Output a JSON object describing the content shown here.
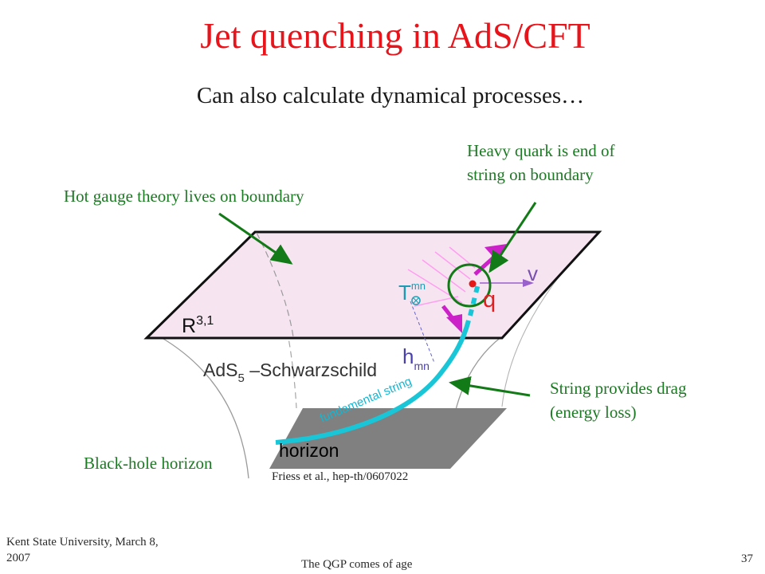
{
  "slide": {
    "title": "Jet quenching in AdS/CFT",
    "subtitle": "Can also calculate dynamical processes…",
    "callouts": {
      "heavy_quark": [
        "Heavy quark is end of",
        "string on boundary"
      ],
      "hot_gauge": "Hot gauge theory lives on boundary",
      "string_drag": [
        "String provides drag",
        "(energy loss)"
      ],
      "black_hole": "Black-hole horizon"
    },
    "figure": {
      "boundary_label": "R",
      "boundary_sup": "3,1",
      "bulk_label": "AdS",
      "bulk_sub": "5",
      "bulk_rest": " –Schwarzschild",
      "horizon_label": "horizon",
      "string_label": "fundamental string",
      "tmn_label": "T",
      "tmn_sup": "mn",
      "hmn_label": "h",
      "hmn_sub": "mn",
      "quark_label": "q",
      "velocity_label": "v"
    },
    "credit": "Friess et al., hep-th/0607022",
    "footer": {
      "institution": "Kent State University, March 8, 2007",
      "center": "The QGP comes of age",
      "page_number": "37"
    }
  },
  "colors": {
    "title": "#e8141b",
    "callout_text": "#1c7a23",
    "boundary_fill": "#f6e4f1",
    "horizon_fill": "#808080",
    "string": "#18c6d8",
    "arrow_magenta": "#cc21c8",
    "green_arrow": "#127a16"
  }
}
